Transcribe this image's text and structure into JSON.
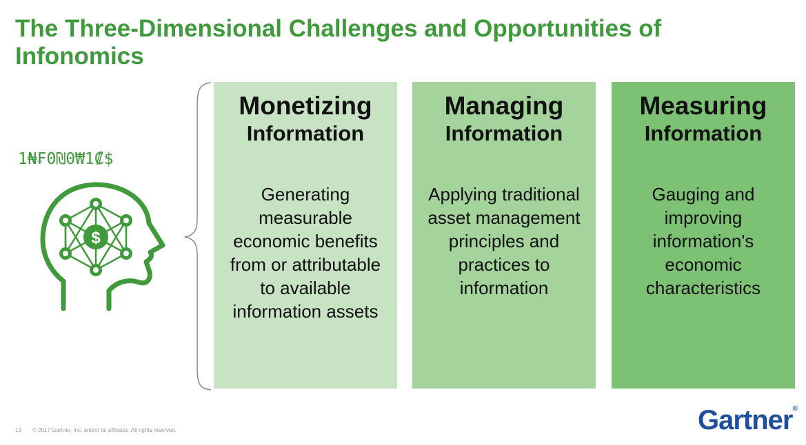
{
  "title": "The Three-Dimensional Challenges and Opportunities of Infonomics",
  "symbols": "1₦₣0₪0₩1₡$",
  "icon": {
    "name": "head-network-dollar-icon",
    "dollar": "$",
    "color": "#3f9a3c"
  },
  "columns": [
    {
      "heading": "Monetizing",
      "subheading": "Information",
      "body": "Generating measurable economic benefits from or attributable to available information assets",
      "color": "#c7e3c3"
    },
    {
      "heading": "Managing",
      "subheading": "Information",
      "body": "Applying traditional asset management principles and practices to information",
      "color": "#a4d39c"
    },
    {
      "heading": "Measuring",
      "subheading": "Information",
      "body": "Gauging and improving information's economic characteristics",
      "color": "#7cc174"
    }
  ],
  "footer": {
    "page_number": "13",
    "copyright": "© 2017 Gartner, Inc. and/or its affiliates. All rights reserved."
  },
  "logo": {
    "text": "Gartner",
    "mark": "®",
    "color": "#1f4e9c"
  }
}
